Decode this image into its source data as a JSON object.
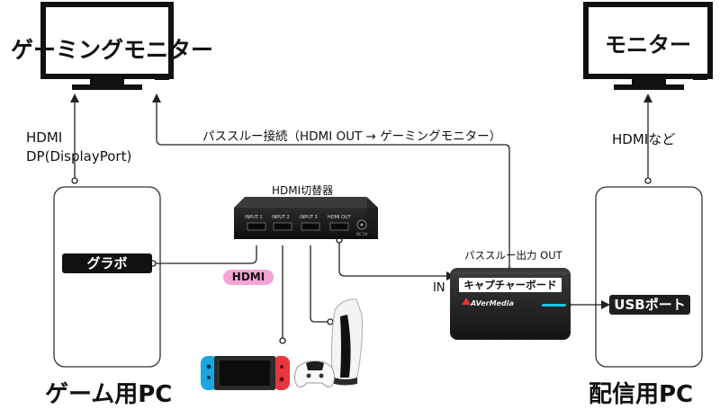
{
  "labels": {
    "gaming_monitor": "ゲーミングモニター",
    "monitor": "モニター",
    "gaming_pc": "ゲーム用PC",
    "streaming_pc": "配信用PC",
    "hdmi_dp_line1": "HDMI",
    "hdmi_dp_line2": "DP(DisplayPort)",
    "hdmi_etc": "HDMIなど",
    "passthrough": "パススルー接続（HDMI OUT → ゲーミングモニター）",
    "switcher_title": "HDMI切替器",
    "gpu": "グラボ",
    "hdmi_tag": "HDMI",
    "passthrough_out": "パススルー出力 OUT",
    "in_label": "IN",
    "capture_board": "キャプチャーボード",
    "avermedia": "AVerMedia",
    "usb_port": "USBポート"
  },
  "switcher_ports": [
    "INPUT 1",
    "INPUT 2",
    "INPUT 3",
    "HDMI OUT"
  ],
  "switcher_dc": "DC 5V",
  "colors": {
    "line": "#222222",
    "pill_bg": "#111111",
    "pink_tag": "#f5a3d6",
    "capture_led": "#19c4e6",
    "switch_red": "#e8363e",
    "switch_blue": "#1aa6df"
  }
}
